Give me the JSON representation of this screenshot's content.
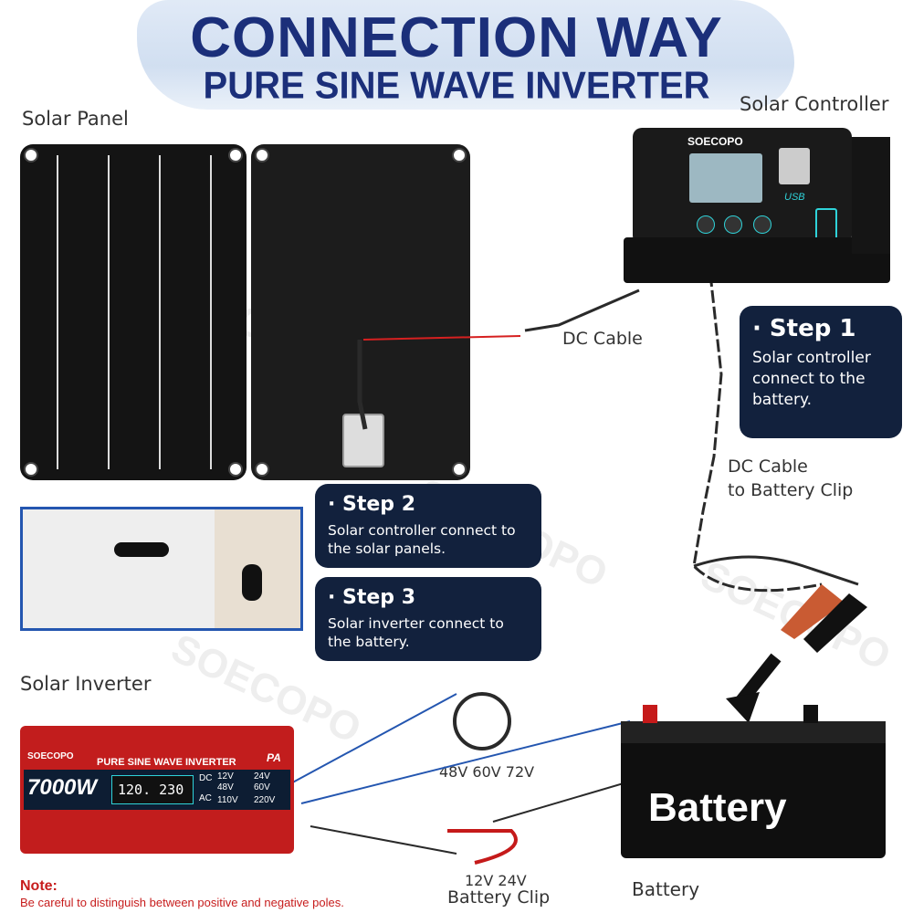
{
  "header": {
    "title": "CONNECTION WAY",
    "subtitle": "PURE SINE WAVE INVERTER"
  },
  "labels": {
    "solar_panel": "Solar Panel",
    "solar_controller": "Solar Controller",
    "dc_cable": "DC Cable",
    "dc_cable_battery_clip": "DC Cable\nto Battery Clip",
    "solar_inverter": "Solar Inverter",
    "voltages_48": "48V 60V 72V",
    "voltages_12": "12V 24V",
    "battery_clip": "Battery Clip",
    "battery": "Battery"
  },
  "steps": [
    {
      "title": "· Step 1",
      "desc": "Solar controller connect to the battery."
    },
    {
      "title": "· Step 2",
      "desc": "Solar controller connect to the solar panels."
    },
    {
      "title": "· Step 3",
      "desc": "Solar inverter connect to the battery."
    }
  ],
  "controller": {
    "brand": "SOECOPO",
    "usb": "USB"
  },
  "inverter": {
    "brand": "SOECOPO",
    "model_title": "PURE SINE WAVE INVERTER",
    "power": "7000W",
    "badge": "PA",
    "display": "120. 230",
    "dc_label": "DC",
    "ac_label": "AC",
    "dc_options": [
      "12V",
      "24V",
      "48V",
      "60V"
    ],
    "ac_options": [
      "110V",
      "220V"
    ]
  },
  "battery_text": "Battery",
  "note": {
    "title": "Note:",
    "text": "Be careful to distinguish between positive and negative poles."
  },
  "watermark": "SOECOPO",
  "colors": {
    "title": "#1b2f7a",
    "step_bg": "#12213d",
    "inverter_red": "#c21d1d",
    "note_red": "#c71d1d",
    "lcd_teal": "#2fd3d9"
  }
}
